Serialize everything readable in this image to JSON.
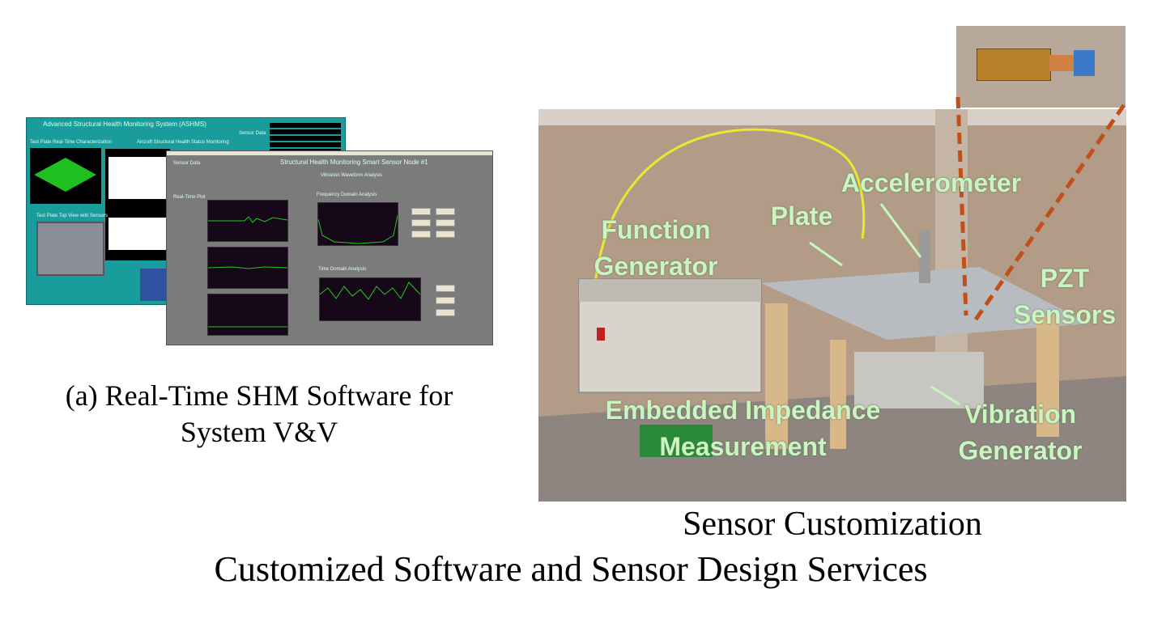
{
  "software": {
    "back_window_title": "Advanced Structural Health Monitoring System (ASHMS)",
    "back_panel_left": "Test Plate Real-Time Characterization",
    "back_panel_right": "Aircraft Structural Health Status Monitoring",
    "back_panel_plate": "Test Plate Top View with Sensors",
    "back_sensor_label": "Sensor Data",
    "front_window_title": "Structural Health Monitoring Smart Sensor Node #1",
    "front_sensor_label": "Sensor Data",
    "front_realtime_label": "Real-Time Plot",
    "front_vibration_label": "Vibration Waveform Analysis",
    "front_frequency_label": "Frequency Domain Analysis",
    "front_time_label": "Time Domain Analysis"
  },
  "captions": {
    "software_line1": "(a) Real-Time SHM Software for",
    "software_line2": "System V&V",
    "sensor": "Sensor Customization",
    "main": "Customized Software and Sensor Design Services"
  },
  "photo_labels": {
    "function_generator_1": "Function",
    "function_generator_2": "Generator",
    "plate": "Plate",
    "accelerometer": "Accelerometer",
    "pzt_1": "PZT",
    "pzt_2": "Sensors",
    "impedance_1": "Embedded Impedance",
    "impedance_2": "Measurement",
    "vibration_1": "Vibration",
    "vibration_2": "Generator"
  },
  "colors": {
    "label": "#c8f5c0",
    "teal": "#1a9c9c",
    "dash": "#c0501a"
  }
}
